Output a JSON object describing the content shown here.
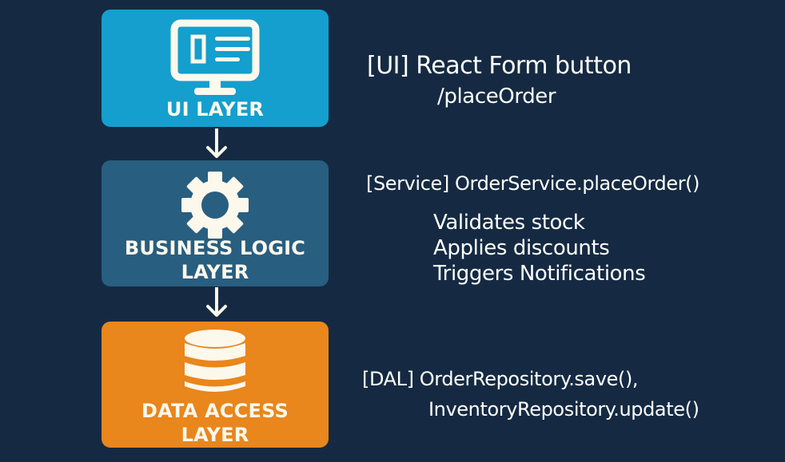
{
  "layers": [
    {
      "id": "ui",
      "label_lines": [
        "UI LAYER"
      ],
      "icon": "monitor-icon",
      "color": "#149fce"
    },
    {
      "id": "business",
      "label_lines": [
        "BUSINESS LOGIC",
        "LAYER"
      ],
      "icon": "gear-icon",
      "color": "#285e80"
    },
    {
      "id": "data",
      "label_lines": [
        "DATA ACCESS",
        "LAYER"
      ],
      "icon": "database-icon",
      "color": "#e9861c"
    }
  ],
  "arrows": [
    "arrow-down-icon",
    "arrow-down-icon"
  ],
  "annotations": {
    "ui": {
      "title": "[UI] React Form button",
      "detail": "/placeOrder"
    },
    "service": {
      "title": "[Service] OrderService.placeOrder()",
      "steps": [
        "Validates stock",
        "Applies discounts",
        "Triggers Notifications"
      ]
    },
    "dal": {
      "title": "[DAL] OrderRepository.save(),",
      "detail": "InventoryRepository.update()"
    }
  },
  "colors": {
    "background": "#152a42",
    "foreground": "#fcf8ec"
  }
}
